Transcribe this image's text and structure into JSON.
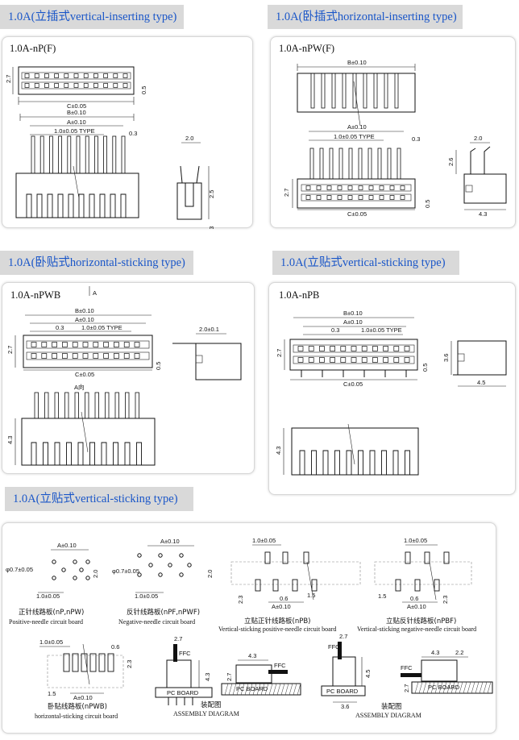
{
  "sections": {
    "vertical_inserting": {
      "title": "1.0A(立插式vertical-inserting type)",
      "part": "1.0A-nP(F)"
    },
    "horizontal_inserting": {
      "title": "1.0A(卧插式horizontal-inserting type)",
      "part": "1.0A-nPW(F)"
    },
    "horizontal_sticking": {
      "title": "1.0A(卧贴式horizontal-sticking type)",
      "part": "1.0A-nPWB",
      "view_marker": "A",
      "view_label": "A向"
    },
    "vertical_sticking": {
      "title": "1.0A(立贴式vertical-sticking type)",
      "part": "1.0A-nPB"
    },
    "pcb": {
      "title": "1.0A(立贴式vertical-sticking type)"
    }
  },
  "dims": {
    "b": "B±0.10",
    "a": "A±0.10",
    "c": "C±0.05",
    "pitch_type": "1.0±0.05 TYPE",
    "pitch": "1.0±0.05",
    "d2_7": "2.7",
    "d0_5": "0.5",
    "d0_3": "0.3",
    "d2_0": "2.0",
    "d2_5": "2.5",
    "d4_3": "4.3",
    "d2_6": "2.6",
    "d2_0_1": "2.0±0.1",
    "d3_6": "3.6",
    "d4_5": "4.5",
    "hole": "φ0.7±0.05",
    "d0_6": "0.6",
    "d1_5": "1.5",
    "d2_3": "2.3",
    "d2_2": "2.2"
  },
  "captions": {
    "pos_cn": "正针线路板(nP,nPW)",
    "pos_en": "Positive-needle circuit board",
    "neg_cn": "反针线路板(nPF,nPWF)",
    "neg_en": "Negative-needle circuit board",
    "vpos_cn": "立贴正针线路板(nPB)",
    "vpos_en": "Vertical-sticking positive-needle circuit board",
    "vneg_cn": "立贴反针线路板(nPBF)",
    "vneg_en": "Vertical-sticking negative-needle circuit board",
    "hs_cn": "卧贴线路板(nPWB)",
    "hs_en": "horizontal-sticking circuit board",
    "asm_cn": "装配图",
    "asm_en": "ASSEMBLY DIAGRAM",
    "ffc": "FFC",
    "pcboard": "PC BOARD"
  },
  "colors": {
    "header_bg": "#d9d9d9",
    "header_text": "#1a56c8",
    "panel_border": "#d7d7d7"
  }
}
